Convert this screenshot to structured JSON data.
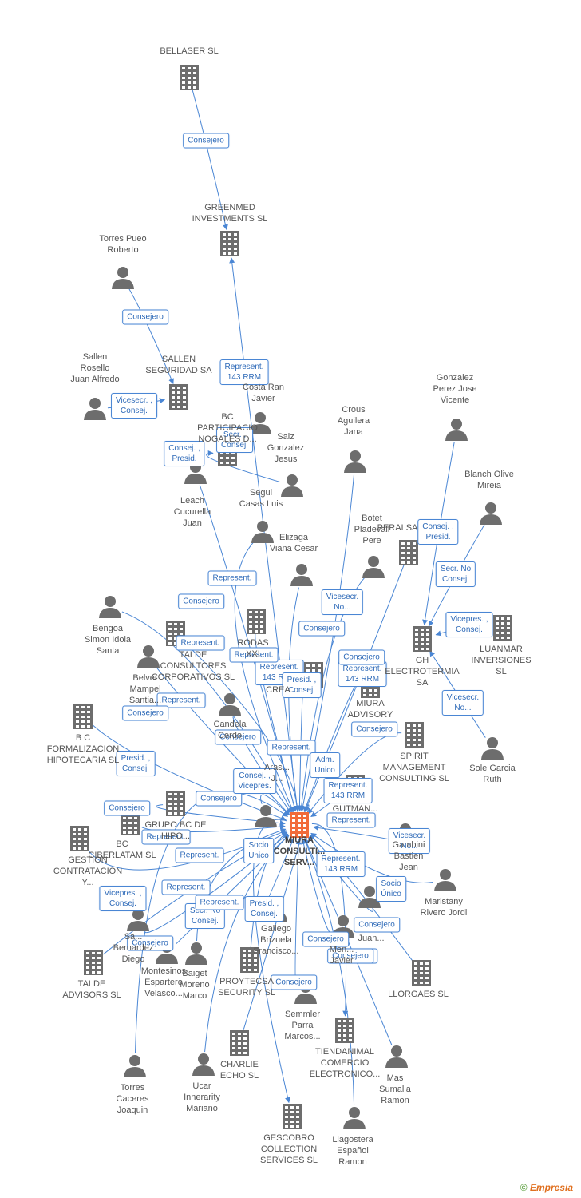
{
  "colors": {
    "edge": "#4a86d4",
    "icon": "#6d6d6d",
    "center_icon": "#f26b3a",
    "label_text": "#555555"
  },
  "nodes": [
    {
      "id": "bellaser",
      "type": "company",
      "label": "BELLASER SL"
    },
    {
      "id": "greenmed",
      "type": "company",
      "label": "GREENMED\nINVESTMENTS SL"
    },
    {
      "id": "torres_pueo",
      "type": "person",
      "label": "Torres Pueo\nRoberto"
    },
    {
      "id": "sallen_seg",
      "type": "company",
      "label": "SALLEN\nSEGURIDAD SA"
    },
    {
      "id": "sallen_rosello",
      "type": "person",
      "label": "Sallen\nRosello\nJuan Alfredo"
    },
    {
      "id": "bc_part",
      "type": "company",
      "label": "BC\nPARTICIPACIO\nNOGALES D..."
    },
    {
      "id": "costa_ran",
      "type": "person",
      "label": "Costa Ran\nJavier"
    },
    {
      "id": "saiz",
      "type": "person",
      "label": "Saiz\nGonzalez\nJesus"
    },
    {
      "id": "gonzalez_perez",
      "type": "person",
      "label": "Gonzalez\nPerez Jose\nVicente"
    },
    {
      "id": "crous",
      "type": "person",
      "label": "Crous\nAguilera\nJana"
    },
    {
      "id": "blanch",
      "type": "person",
      "label": "Blanch Olive\nMireia"
    },
    {
      "id": "leach",
      "type": "person",
      "label": "Leach\nCucurella\nJuan"
    },
    {
      "id": "segui",
      "type": "person",
      "label": "Segui\nCasas Luis"
    },
    {
      "id": "botet",
      "type": "person",
      "label": "Botet\nPladevall\nPere"
    },
    {
      "id": "peralsa",
      "type": "company",
      "label": "PERALSA"
    },
    {
      "id": "elizaga",
      "type": "person",
      "label": "Elizaga\nViana Cesar"
    },
    {
      "id": "bengoa",
      "type": "person",
      "label": "Bengoa\nSimon Idoia\nSanta"
    },
    {
      "id": "talde_consultores",
      "type": "company",
      "label": "TALDE\nCONSULTORES\nCORPORATIVOS SL"
    },
    {
      "id": "rodas",
      "type": "company",
      "label": "RODAS\nXXI"
    },
    {
      "id": "gh_electrotermia",
      "type": "company",
      "label": "GH\nELECTROTERMIA SA"
    },
    {
      "id": "luanmar",
      "type": "company",
      "label": "LUANMAR\nINVERSIONES\nSL"
    },
    {
      "id": "creaciones",
      "type": "company",
      "label": "CREA..."
    },
    {
      "id": "belver",
      "type": "person",
      "label": "Belver\nMampel\nSantia..."
    },
    {
      "id": "miura_advisory",
      "type": "company",
      "label": "MIURA\nADVISORY\n..."
    },
    {
      "id": "bc_formalizacion",
      "type": "company",
      "label": "B C\nFORMALIZACION\nHIPOTECARIA SL"
    },
    {
      "id": "candela",
      "type": "person",
      "label": "Candela\nCerdo"
    },
    {
      "id": "spirit",
      "type": "company",
      "label": "SPIRIT\nMANAGEMENT\nCONSULTING SL"
    },
    {
      "id": "sole_garcia",
      "type": "person",
      "label": "Sole Garcia\nRuth"
    },
    {
      "id": "grupo_bc",
      "type": "company",
      "label": "GRUPO BC DE\nHIPO..."
    },
    {
      "id": "arasanz",
      "type": "person",
      "label": "Aras...\nJ..."
    },
    {
      "id": "gutman",
      "type": "company",
      "label": "GUTMAN..."
    },
    {
      "id": "miura_consulting",
      "type": "company",
      "label": "MIURA\nCONSULTI...\nSERV...",
      "center": true
    },
    {
      "id": "bc_ciberlatam",
      "type": "company",
      "label": "BC\nCIBERLATAM SL"
    },
    {
      "id": "gestion_contratacion",
      "type": "company",
      "label": "GESTION\nCONTRATACION\nY..."
    },
    {
      "id": "gambini",
      "type": "person",
      "label": "Gambini\nBastien\nJean"
    },
    {
      "id": "maristany",
      "type": "person",
      "label": "Maristany\nRivero Jordi"
    },
    {
      "id": "sanchez_bernardez",
      "type": "person",
      "label": "Sa...\nBernardez\nDiego"
    },
    {
      "id": "gallego",
      "type": "person",
      "label": "Gallego\nBrizuela\nFrancisco..."
    },
    {
      "id": "mendez",
      "type": "person",
      "label": "Men...\nJavier"
    },
    {
      "id": "juan_x",
      "type": "person",
      "label": "Juan..."
    },
    {
      "id": "talde_advisors",
      "type": "company",
      "label": "TALDE\nADVISORS SL"
    },
    {
      "id": "montesinos",
      "type": "person",
      "label": "Montesinos\nEspartero\nVelasco..."
    },
    {
      "id": "baiget",
      "type": "person",
      "label": "Baiget\nMoreno\nMarco"
    },
    {
      "id": "proytecsa",
      "type": "company",
      "label": "PROYTECSA\nSECURITY SL"
    },
    {
      "id": "llorgaes",
      "type": "company",
      "label": "LLORGAES SL"
    },
    {
      "id": "semmler",
      "type": "person",
      "label": "Semmler\nParra\nMarcos..."
    },
    {
      "id": "charlie_echo",
      "type": "company",
      "label": "CHARLIE\nECHO SL"
    },
    {
      "id": "tiendanimal",
      "type": "company",
      "label": "TIENDANIMAL\nCOMERCIO\nELECTRONICO..."
    },
    {
      "id": "mas_sumalla",
      "type": "person",
      "label": "Mas\nSumalla\nRamon"
    },
    {
      "id": "torres_caceres",
      "type": "person",
      "label": "Torres\nCaceres\nJoaquin"
    },
    {
      "id": "ucar",
      "type": "person",
      "label": "Ucar\nInnerarity\nMariano"
    },
    {
      "id": "gescobro",
      "type": "company",
      "label": "GESCOBRO\nCOLLECTION\nSERVICES SL"
    },
    {
      "id": "llagostera",
      "type": "person",
      "label": "Llagostera\nEspañol\nRamon"
    }
  ],
  "edges": [
    {
      "from": "bellaser",
      "to": "greenmed",
      "label": "Consejero"
    },
    {
      "from": "torres_pueo",
      "to": "sallen_seg",
      "label": "Consejero"
    },
    {
      "from": "miura_consulting",
      "to": "greenmed",
      "label": "Represent.\n143 RRM"
    },
    {
      "from": "sallen_rosello",
      "to": "sallen_seg",
      "label": "Vicesecr. ,\nConsej."
    },
    {
      "from": "costa_ran",
      "to": "bc_part",
      "label": "Secr. ,\nConsej."
    },
    {
      "from": "saiz",
      "to": "bc_part",
      "label": "Consej. ,\nPresid."
    },
    {
      "from": "gonzalez_perez",
      "to": "gh_electrotermia",
      "label": "Consej. ,\nPresid."
    },
    {
      "from": "blanch",
      "to": "gh_electrotermia",
      "label": "Secr. No\nConsej."
    },
    {
      "from": "luanmar",
      "to": "gh_electrotermia",
      "label": "Vicepres. ,\nConsej."
    },
    {
      "from": "sole_garcia",
      "to": "gh_electrotermia",
      "label": "Vicesecr.\nNo..."
    },
    {
      "from": "crous",
      "to": "miura_consulting",
      "label": "Vicesecr.\nNo..."
    },
    {
      "from": "botet",
      "to": "miura_consulting",
      "label": "Consejero"
    },
    {
      "from": "leach",
      "to": "miura_consulting",
      "label": "Represent."
    },
    {
      "from": "segui",
      "to": "miura_consulting",
      "label": "Consejero"
    },
    {
      "from": "elizaga",
      "to": "miura_consulting",
      "label": "Represent.\n143 RRM"
    },
    {
      "from": "bengoa",
      "to": "miura_consulting",
      "label": "Represent."
    },
    {
      "from": "rodas",
      "to": "miura_consulting",
      "label": "Represent."
    },
    {
      "from": "peralsa",
      "to": "miura_consulting",
      "label": "Represent.\n143 RRM"
    },
    {
      "from": "belver",
      "to": "miura_consulting",
      "label": "Represent."
    },
    {
      "from": "candela",
      "to": "miura_consulting",
      "label": "Consejero"
    },
    {
      "from": "creaciones",
      "to": "miura_consulting",
      "label": "Presid. ,\nConsej."
    },
    {
      "from": "miura_advisory",
      "to": "miura_consulting",
      "label": "Consejero"
    },
    {
      "from": "spirit",
      "to": "miura_consulting",
      "label": "Consejero"
    },
    {
      "from": "bc_formalizacion",
      "to": "miura_consulting",
      "label": "Presid. ,\nConsej."
    },
    {
      "from": "grupo_bc",
      "to": "miura_consulting",
      "label": "Consejero"
    },
    {
      "from": "gutman",
      "to": "miura_consulting",
      "label": "Represent.\n143 RRM"
    },
    {
      "from": "gambini",
      "to": "miura_consulting",
      "label": "Vicesecr.\nNo..."
    },
    {
      "from": "maristany",
      "to": "miura_consulting",
      "label": "Socio\nÚnico"
    },
    {
      "from": "bc_ciberlatam",
      "to": "miura_consulting",
      "label": "Represent."
    },
    {
      "from": "gestion_contratacion",
      "to": "miura_consulting",
      "label": "Vicepres. ,\nConsej."
    },
    {
      "from": "sanchez_bernardez",
      "to": "miura_consulting",
      "label": "Consejero"
    },
    {
      "from": "gallego",
      "to": "miura_consulting",
      "label": "Presid. ,\nConsej."
    },
    {
      "from": "mendez",
      "to": "miura_consulting",
      "label": "Consejero"
    },
    {
      "from": "juan_x",
      "to": "miura_consulting",
      "label": "Consejero"
    },
    {
      "from": "talde_advisors",
      "to": "miura_consulting",
      "label": "Represent."
    },
    {
      "from": "montesinos",
      "to": "miura_consulting",
      "label": "Secr. No\nConsej."
    },
    {
      "from": "baiget",
      "to": "miura_consulting",
      "label": "Represent."
    },
    {
      "from": "proytecsa",
      "to": "miura_consulting",
      "label": "Socio\nÚnico"
    },
    {
      "from": "semmler",
      "to": "miura_consulting",
      "label": "Consejero"
    },
    {
      "from": "llorgaes",
      "to": "miura_consulting",
      "label": "Represent.\n143 RRM"
    },
    {
      "from": "mas_sumalla",
      "to": "miura_consulting",
      "label": "Consejero"
    },
    {
      "from": "miura_consulting",
      "to": "tiendanimal",
      "label": "Represent."
    },
    {
      "from": "miura_consulting",
      "to": "gescobro",
      "label": "Consejero"
    },
    {
      "from": "arasanz",
      "to": "miura_consulting",
      "label": "Consej. ,\nVicepres."
    },
    {
      "from": "talde_consultores",
      "to": "miura_consulting",
      "label": "Represent."
    },
    {
      "from": "torres_caceres",
      "to": "miura_consulting",
      "label": "Consejero"
    },
    {
      "from": "ucar",
      "to": "miura_consulting",
      "label": "Represent."
    },
    {
      "from": "charlie_echo",
      "to": "miura_consulting",
      "label": "Adm.\nUnico"
    },
    {
      "from": "llagostera",
      "to": "miura_consulting",
      "label": "Consejero"
    }
  ],
  "brand": {
    "copyright": "©",
    "name": "Empresia"
  }
}
